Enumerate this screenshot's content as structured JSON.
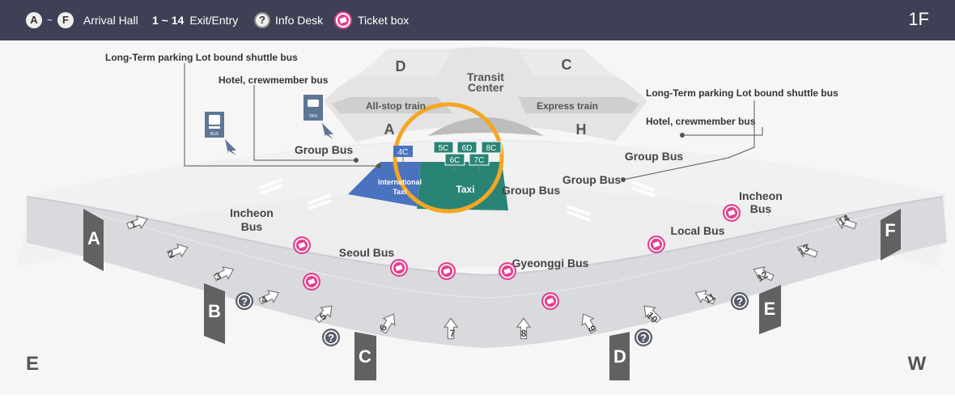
{
  "legend": {
    "letters_from": "A",
    "tilde": "~",
    "letters_to": "F",
    "arrival_hall": "Arrival Hall",
    "exit_range": "1 ~ 14",
    "exit_entry": "Exit/Entry",
    "info_symbol": "?",
    "info_desk": "Info Desk",
    "ticket_box": "Ticket box",
    "floor": "1F"
  },
  "map": {
    "zone_d": "D",
    "zone_c": "C",
    "transit_line1": "Transit",
    "transit_line2": "Center",
    "all_stop_train": "All-stop train",
    "express_train": "Express train",
    "zone_a": "A",
    "zone_h": "H",
    "long_term_left": "Long-Term parking Lot bound shuttle bus",
    "hotel_left": "Hotel, crewmember bus",
    "long_term_right": "Long-Term parking Lot bound shuttle bus",
    "hotel_right": "Hotel, crewmember bus",
    "bus_icon_label": "BUS",
    "taxi_icon_label": "TAXI",
    "group_bus_left": "Group Bus",
    "group_bus_center": "Group Bus",
    "group_bus_right_upper": "Group Bus",
    "group_bus_right_lower": "Group Bus",
    "intl_taxi_line1": "International",
    "intl_taxi_line2": "Taxi",
    "taxi": "Taxi",
    "stop_4c": "4C",
    "stop_5c": "5C",
    "stop_6d": "6D",
    "stop_8c": "8C",
    "stop_6c": "6C",
    "stop_7c": "7C",
    "incheon_bus_left_1": "Incheon",
    "incheon_bus_left_2": "Bus",
    "incheon_bus_right_1": "Incheon",
    "incheon_bus_right_2": "Bus",
    "seoul_bus": "Seoul Bus",
    "gyeonggi_bus": "Gyeonggi Bus",
    "local_bus": "Local Bus",
    "hall_a": "A",
    "hall_b": "B",
    "hall_c": "C",
    "hall_d": "D",
    "hall_e": "E",
    "hall_f": "F",
    "direction_east": "E",
    "direction_west": "W",
    "exits": [
      "1",
      "2",
      "3",
      "4",
      "5",
      "6",
      "7",
      "8",
      "9",
      "10",
      "11",
      "12",
      "13",
      "14"
    ],
    "info_symbol": "?"
  },
  "colors": {
    "header": "#3e4155",
    "ticket_pink": "#e3418f",
    "taxi_green": "#2a8476",
    "intl_taxi_blue": "#4a73bf",
    "highlight_orange": "#f5a623",
    "hall_grey": "#616161"
  }
}
